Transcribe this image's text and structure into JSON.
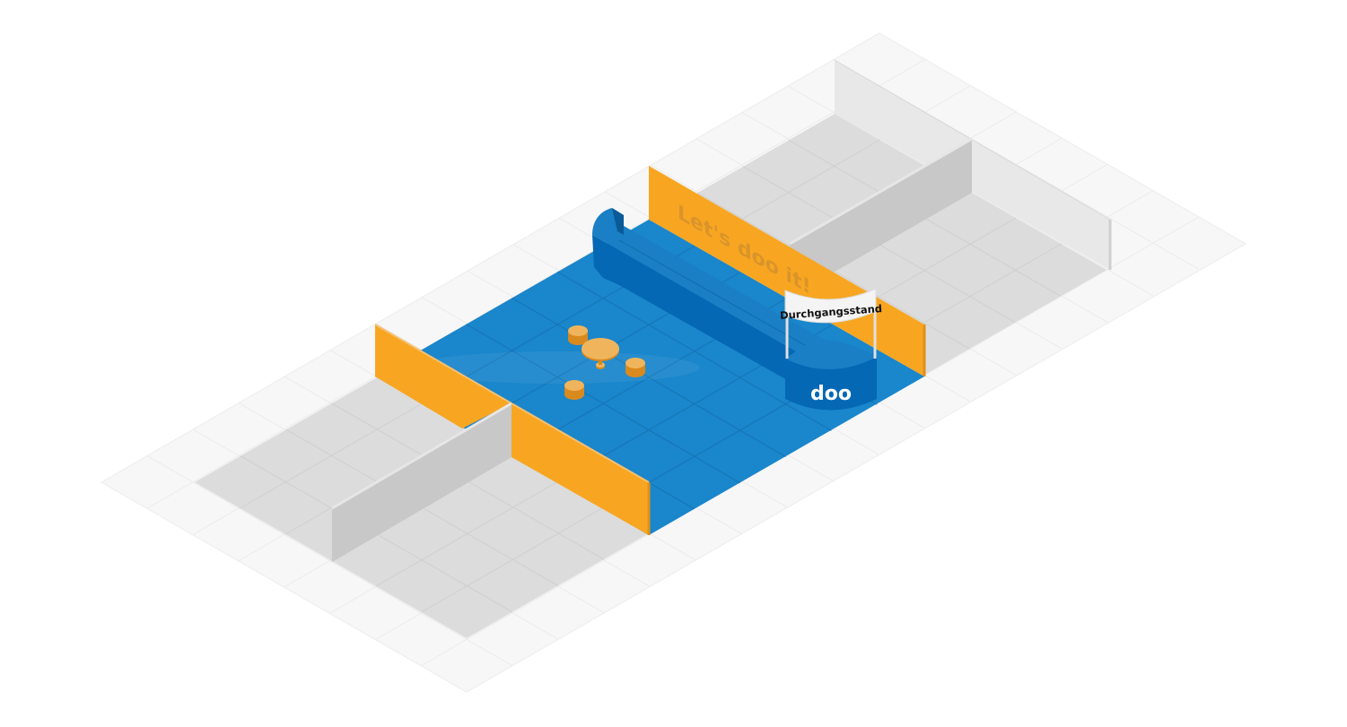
{
  "booth": {
    "wall_slogan": "Let's doo it!",
    "banner_label": "Durchgangsstand",
    "counter_logo": "doo"
  },
  "colors": {
    "platform": "#f7f7f7",
    "floor_grey": "#dcdcdc",
    "wall_grey_light": "#e8e8e8",
    "wall_grey_dark": "#c8c8c8",
    "booth_floor": "#1a86cb",
    "counter_front": "#0468b5",
    "accent_orange": "#f8a621",
    "furniture": "#f0b55c"
  }
}
